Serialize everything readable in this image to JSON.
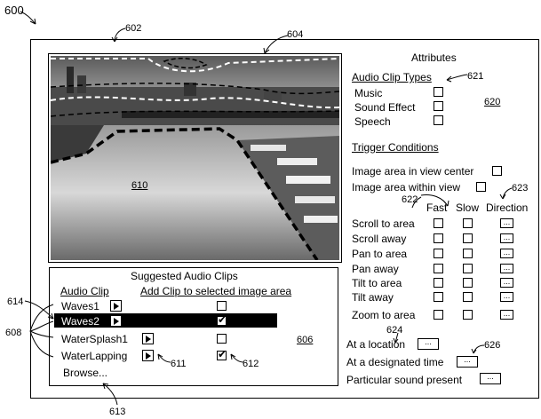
{
  "figure": {
    "number": "600",
    "refs": {
      "r602": "602",
      "r604": "604",
      "r610": "610",
      "r620": "620",
      "r621": "621",
      "r622": "622",
      "r623": "623",
      "r624": "624",
      "r626": "626",
      "r606": "606",
      "r608": "608",
      "r611": "611",
      "r612": "612",
      "r613": "613",
      "r614": "614"
    }
  },
  "attributes": {
    "title": "Attributes",
    "audio_clip_types_label": "Audio Clip Types",
    "clip_types": [
      "Music",
      "Sound Effect",
      "Speech"
    ],
    "trigger_conditions_label": "Trigger Conditions",
    "image_area_center": "Image area in view center",
    "image_area_within": "Image area within view",
    "columns": {
      "fast": "Fast",
      "slow": "Slow",
      "direction": "Direction"
    },
    "triggers": [
      "Scroll to area",
      "Scroll away",
      "Pan to area",
      "Pan away",
      "Tilt to area",
      "Tilt away",
      "Zoom to area"
    ],
    "at_location": "At a location",
    "at_time": "At a designated time",
    "sound_present": "Particular sound present",
    "ellipsis": "..."
  },
  "suggested": {
    "title": "Suggested Audio Clips",
    "col_clip": "Audio Clip",
    "col_add": "Add Clip to selected image area",
    "clips": [
      {
        "name": "Waves1",
        "checked": false,
        "selected": false
      },
      {
        "name": "Waves2",
        "checked": true,
        "selected": true
      },
      {
        "name": "WaterSplash1",
        "checked": false,
        "selected": false
      },
      {
        "name": "WaterLapping",
        "checked": true,
        "selected": false
      }
    ],
    "browse": "Browse..."
  }
}
